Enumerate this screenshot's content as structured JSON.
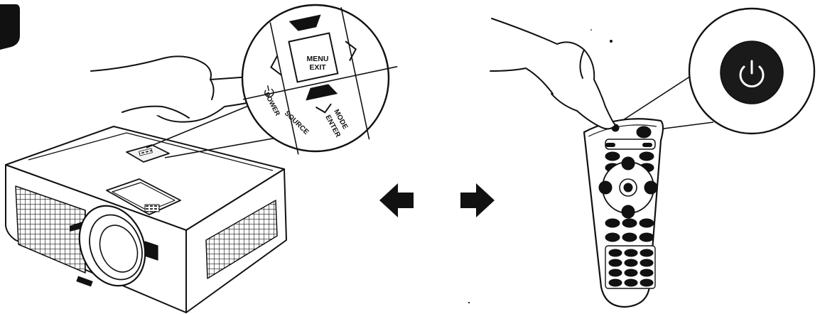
{
  "diagram": {
    "panel_left": {
      "device": "projector",
      "keypad_labels": {
        "menu": "MENU",
        "exit": "EXIT",
        "power": "POWER",
        "source": "SOURCE",
        "mode": "MODE",
        "enter": "ENTER"
      },
      "magnifier_icons": [
        "power-icon",
        "left-arrow-icon",
        "right-arrow-icon",
        "up-arrow-icon",
        "down-arrow-icon"
      ]
    },
    "panel_right": {
      "device": "remote-control",
      "magnifier_icon": "power-icon",
      "magnifier_button_color": "#1a1a1a"
    },
    "connector": {
      "icons": [
        "left-arrow-icon",
        "right-arrow-icon"
      ]
    },
    "colors": {
      "ink": "#111111",
      "background": "#ffffff"
    }
  }
}
